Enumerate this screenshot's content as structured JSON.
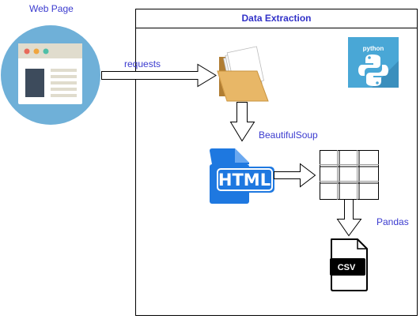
{
  "web_page": {
    "label": "Web Page"
  },
  "container": {
    "title": "Data Extraction"
  },
  "steps": {
    "requests": "requests",
    "beautifulsoup": "BeautifulSoup",
    "pandas": "Pandas"
  },
  "icons": {
    "python_logo_text": "python",
    "html_text": "HTML",
    "csv_text": "CSV"
  },
  "colors": {
    "label": "#3b3bcf",
    "web_circle": "#6fb0d8",
    "html_blue": "#1e78e0",
    "python_bg": "#49a7d6"
  }
}
